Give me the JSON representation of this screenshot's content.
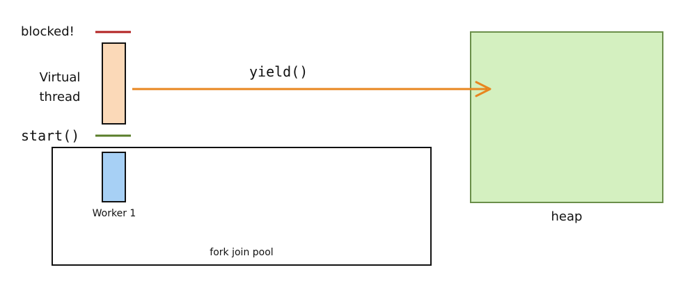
{
  "labels": {
    "blocked": "blocked!",
    "virtual_thread": "Virtual\nthread",
    "start_call": "start()",
    "yield_call": "yield()",
    "worker": "Worker 1",
    "fork_join_pool": "fork join pool",
    "heap": "heap"
  },
  "colors": {
    "blocked_marker": "#b22222",
    "start_marker": "#5a7d2a",
    "virtual_thread_fill": "#fbd9b8",
    "worker_fill": "#a7d0f5",
    "heap_fill": "#d4f0c0",
    "heap_stroke": "#6b8f4a",
    "arrow": "#e8861f",
    "box_stroke": "#111111"
  }
}
